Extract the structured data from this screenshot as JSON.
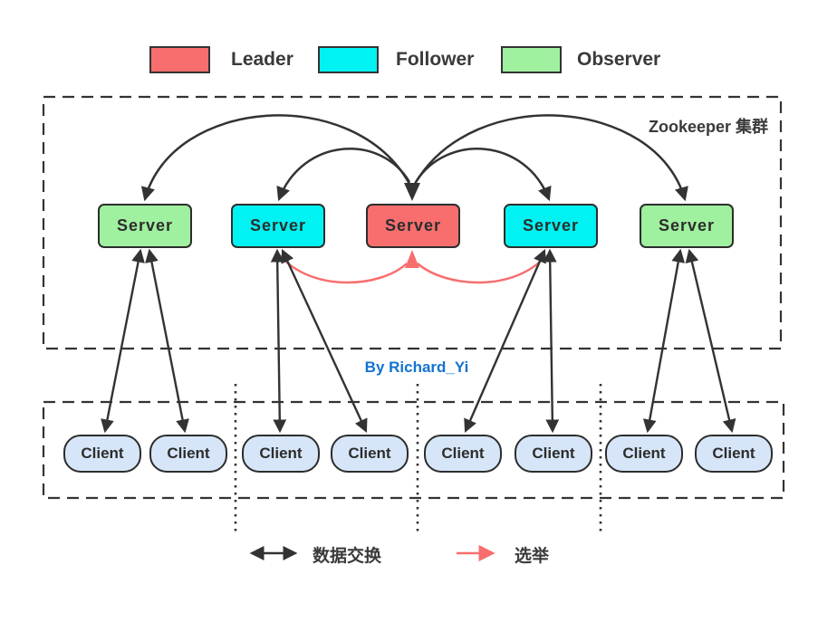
{
  "top_legend": {
    "items": [
      {
        "label": "Leader",
        "role": "leader"
      },
      {
        "label": "Follower",
        "role": "follower"
      },
      {
        "label": "Observer",
        "role": "observer"
      }
    ]
  },
  "cluster": {
    "label": "Zookeeper 集群",
    "servers": [
      {
        "label": "Server",
        "role": "observer"
      },
      {
        "label": "Server",
        "role": "follower"
      },
      {
        "label": "Server",
        "role": "leader"
      },
      {
        "label": "Server",
        "role": "follower"
      },
      {
        "label": "Server",
        "role": "observer"
      }
    ]
  },
  "byline": "By Richard_Yi",
  "clients": {
    "items": [
      {
        "label": "Client"
      },
      {
        "label": "Client"
      },
      {
        "label": "Client"
      },
      {
        "label": "Client"
      },
      {
        "label": "Client"
      },
      {
        "label": "Client"
      },
      {
        "label": "Client"
      },
      {
        "label": "Client"
      }
    ]
  },
  "bottom_legend": {
    "data_exchange": "数据交换",
    "election": "选举"
  },
  "colors": {
    "leader": "#f86e6e",
    "follower": "#00f2f2",
    "observer": "#9ff09f",
    "client": "#d6e6f8",
    "stroke": "#333333",
    "election_arrow": "#f86e6e",
    "byline_text": "#1273d2"
  }
}
